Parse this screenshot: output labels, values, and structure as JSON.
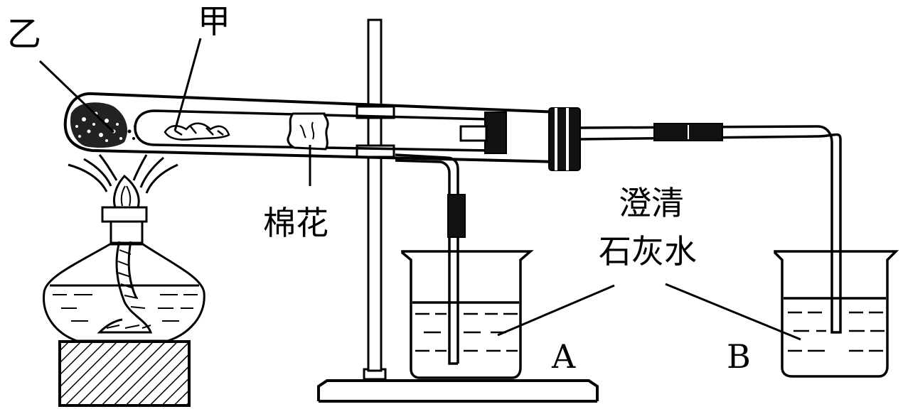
{
  "labels": {
    "yi": "乙",
    "jia": "甲",
    "cotton": "棉花",
    "limewater_line1": "澄清",
    "limewater_line2": "石灰水",
    "beaker_a": "A",
    "beaker_b": "B"
  }
}
